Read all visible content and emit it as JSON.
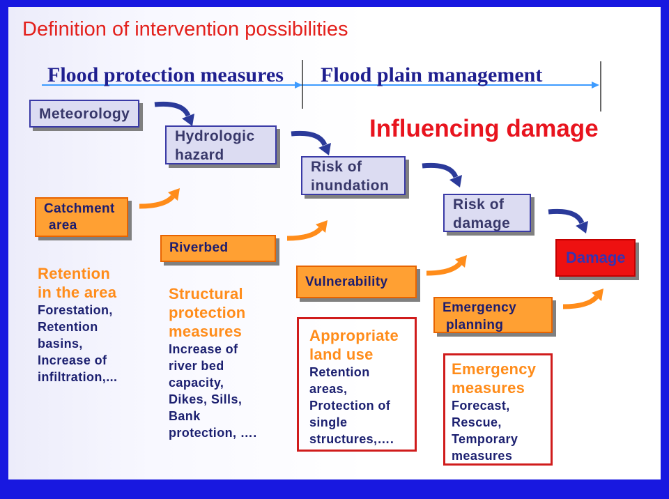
{
  "title": "Definition of intervention possibilities",
  "header": {
    "left": "Flood protection measures",
    "right": "Flood plain management"
  },
  "subtitle": "Influencing damage",
  "chain": {
    "meteorology": [
      "Meteorology"
    ],
    "hydrologic_hazard": [
      "Hydrologic",
      "hazard"
    ],
    "risk_of_inundation": [
      "Risk of",
      "inundation"
    ],
    "risk_of_damage": [
      "Risk of",
      "damage"
    ],
    "damage": [
      "Damage"
    ]
  },
  "factors": {
    "catchment_area": [
      "Catchment",
      "area"
    ],
    "riverbed": [
      "Riverbed"
    ],
    "vulnerability": [
      "Vulnerability"
    ],
    "emergency_planning": [
      "Emergency",
      "planning"
    ]
  },
  "measures": {
    "retention": {
      "heading": [
        "Retention",
        "in the area"
      ],
      "items": [
        "Forestation,",
        "Retention",
        "basins,",
        "Increase of",
        "infiltration,..."
      ]
    },
    "structural": {
      "heading": [
        "Structural",
        "protection",
        "measures"
      ],
      "items": [
        "Increase of",
        "river bed",
        "capacity,",
        "Dikes, Sills,",
        "Bank",
        "protection, …."
      ]
    },
    "land_use": {
      "heading": [
        "Appropriate",
        "land use"
      ],
      "items": [
        "Retention",
        "areas,",
        "Protection of",
        "single",
        "structures,…."
      ]
    },
    "emergency": {
      "heading": [
        "Emergency",
        "measures"
      ],
      "items": [
        "Forecast,",
        "Rescue,",
        "Temporary",
        "measures"
      ]
    }
  },
  "icons": {
    "chain_arrow": "curved-arrow-down-right-icon",
    "factor_arrow": "curved-arrow-up-right-icon",
    "timeline": "timeline-arrow-icon"
  },
  "colors": {
    "frame_blue": "#1818e0",
    "title_red": "#e3201c",
    "header_navy": "#1f1f8f",
    "timeline_blue": "#3d9bff",
    "chain_box_fill": "#dcdcf2",
    "factor_box_fill": "#ffa033",
    "damage_red": "#ee1111",
    "heading_orange": "#ff8c1a",
    "measure_border_red": "#d01c1c",
    "arrow_navy": "#2b3a9a",
    "arrow_orange": "#ff8c1a"
  }
}
